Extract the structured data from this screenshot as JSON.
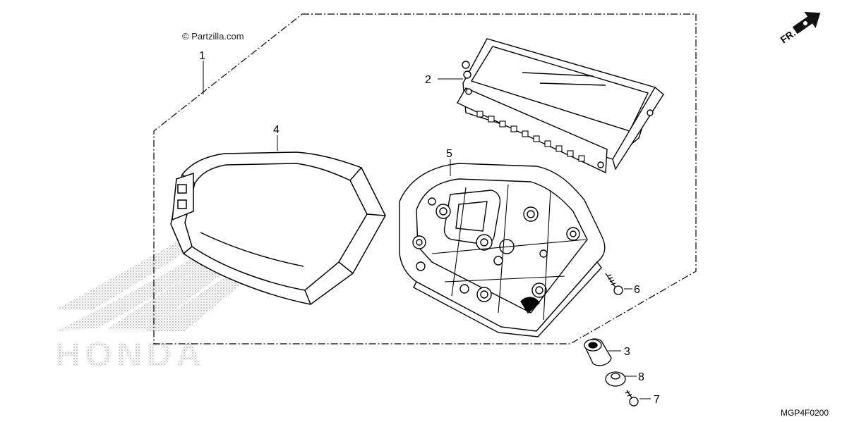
{
  "diagram": {
    "watermark": "© Partzilla.com",
    "diagram_code": "MGP4F0200",
    "direction_badge": "FR.",
    "brand_watermark": "HONDA",
    "callouts": [
      {
        "num": "1",
        "name": "callout-1"
      },
      {
        "num": "2",
        "name": "callout-2"
      },
      {
        "num": "3",
        "name": "callout-3"
      },
      {
        "num": "4",
        "name": "callout-4"
      },
      {
        "num": "5",
        "name": "callout-5"
      },
      {
        "num": "6",
        "name": "callout-6"
      },
      {
        "num": "7",
        "name": "callout-7"
      },
      {
        "num": "8",
        "name": "callout-8"
      }
    ]
  }
}
